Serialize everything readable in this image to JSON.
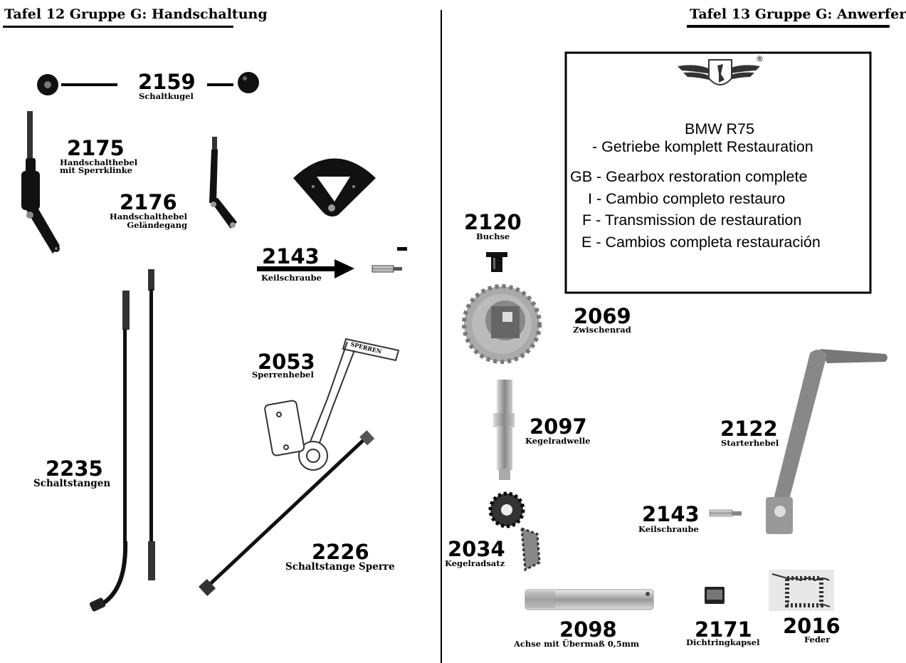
{
  "left_page": {
    "title": "Tafel 12 Gruppe G: Handschaltung",
    "parts": [
      {
        "number": "2159",
        "label": "Schaltkugel"
      },
      {
        "number": "2175",
        "label_line1": "Handschalthebel",
        "label_line2": "mit Sperrklinke"
      },
      {
        "number": "2176",
        "label_line1": "Handschalthebel",
        "label_line2": "Geländegang"
      },
      {
        "number": "2143",
        "label": "Keilschraube"
      },
      {
        "number": "2053",
        "label": "Sperrenhebel"
      },
      {
        "number": "2235",
        "label": "Schaltstangen"
      },
      {
        "number": "2226",
        "label": "Schaltstange Sperre"
      }
    ],
    "sperren_plate_text": "SPERREN"
  },
  "right_page": {
    "title": "Tafel 13 Gruppe G: Anwerfer",
    "info_box": {
      "registered_mark": "®",
      "line1": "BMW R75",
      "line2": "- Getriebe komplett Restauration",
      "line3": "GB - Gearbox restoration complete",
      "line4": "I - Cambio completo restauro",
      "line5": "F - Transmission de restauration",
      "line6": "E - Cambios completa restauración"
    },
    "parts": [
      {
        "number": "2120",
        "label": "Buchse"
      },
      {
        "number": "2069",
        "label": "Zwischenrad"
      },
      {
        "number": "2097",
        "label": "Kegelradwelle"
      },
      {
        "number": "2122",
        "label": "Starterhebel"
      },
      {
        "number": "2143",
        "label": "Keilschraube"
      },
      {
        "number": "2034",
        "label": "Kegelradsatz"
      },
      {
        "number": "2098",
        "label": "Achse mit Übermaß 0,5mm"
      },
      {
        "number": "2171",
        "label": "Dichtringkapsel"
      },
      {
        "number": "2016",
        "label": "Feder"
      }
    ]
  }
}
